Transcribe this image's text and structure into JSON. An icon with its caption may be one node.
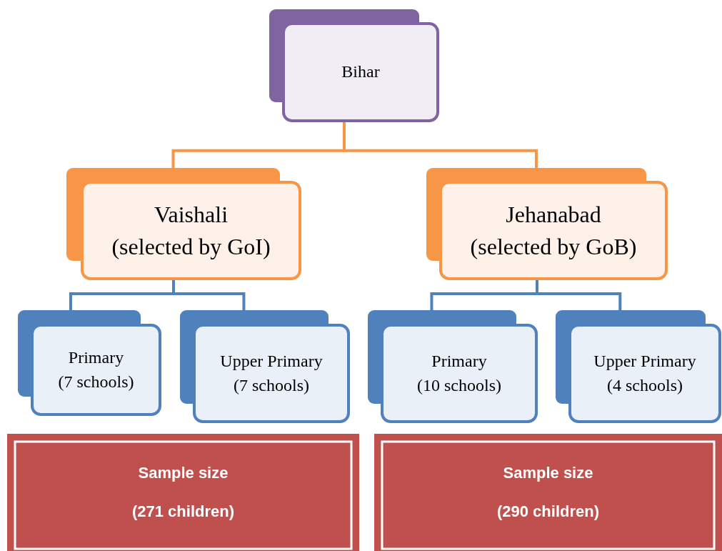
{
  "diagram": {
    "nodes": [
      {
        "text": [
          "Bihar"
        ]
      },
      {
        "text": [
          "Vaishali",
          "(selected by GoI)"
        ]
      },
      {
        "text": [
          "Jehanabad",
          "(selected by GoB)"
        ]
      },
      {
        "text": [
          "Primary",
          "(7 schools)"
        ]
      },
      {
        "text": [
          "Upper Primary",
          "(7 schools)"
        ]
      },
      {
        "text": [
          "Primary",
          "(10 schools)"
        ]
      },
      {
        "text": [
          "Upper Primary",
          "(4 schools)"
        ]
      },
      {
        "text": [
          "Sample size",
          "(271 children)"
        ]
      },
      {
        "text": [
          "Sample size",
          "(290 children)"
        ]
      }
    ],
    "edges": [
      {
        "from": 0,
        "to": 1,
        "arrow": "none",
        "color": "#f79646"
      },
      {
        "from": 0,
        "to": 2,
        "arrow": "none",
        "color": "#f79646"
      },
      {
        "from": 1,
        "to": 3,
        "arrow": "none"
      },
      {
        "from": 1,
        "to": 4,
        "arrow": "none"
      },
      {
        "from": 2,
        "to": 5,
        "arrow": "none"
      },
      {
        "from": 2,
        "to": 6,
        "arrow": "none"
      }
    ]
  }
}
